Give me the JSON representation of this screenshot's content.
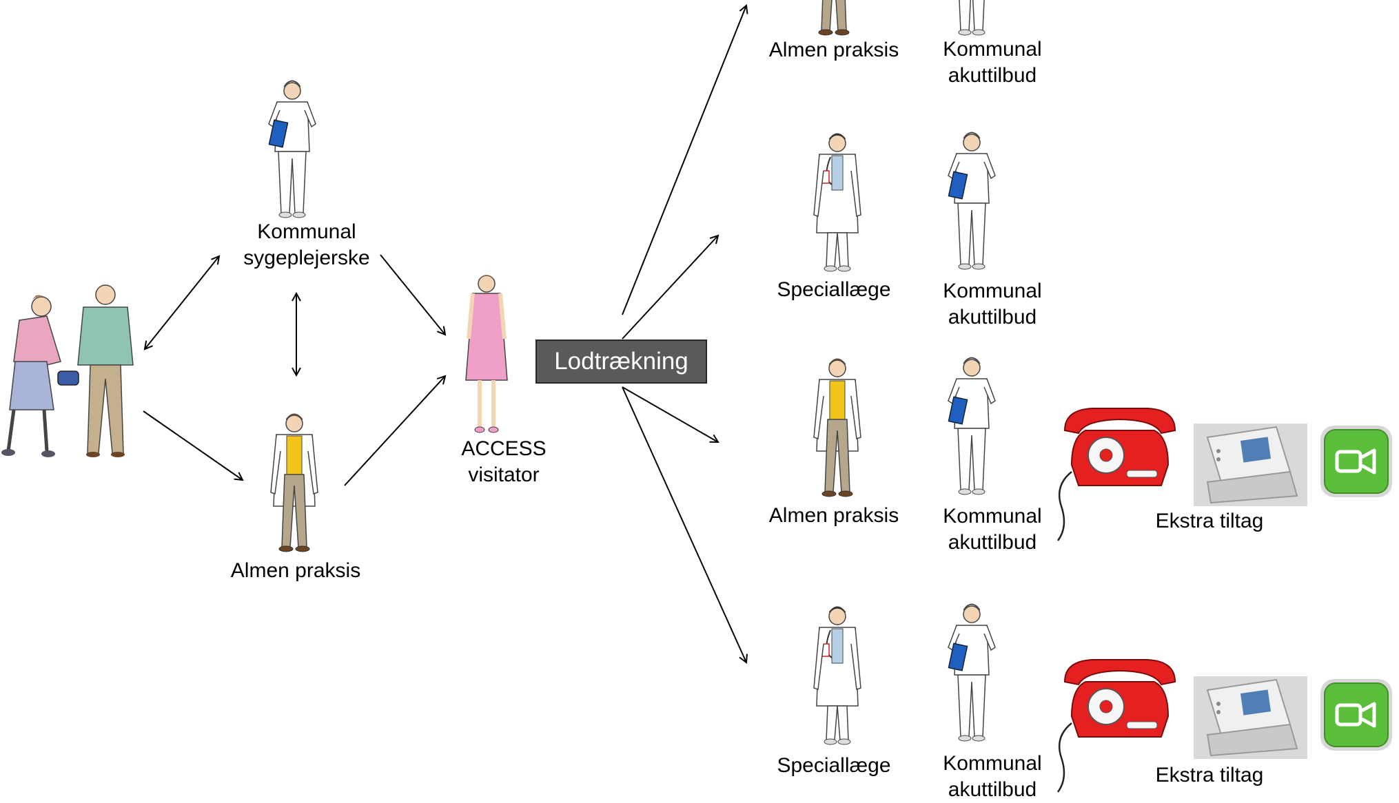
{
  "diagram": {
    "nodes": {
      "nurse_left": {
        "line1": "Kommunal",
        "line2": "sygeplejerske"
      },
      "gp_left": {
        "label": "Almen praksis"
      },
      "visitator": {
        "line1": "ACCESS",
        "line2": "visitator"
      },
      "lottery": {
        "label": "Lodtrækning"
      }
    },
    "arms": [
      {
        "doctor": "Almen praksis",
        "acute_line1": "Kommunal",
        "acute_line2": "akuttilbud",
        "extra": ""
      },
      {
        "doctor": "Speciallæge",
        "acute_line1": "Kommunal",
        "acute_line2": "akuttilbud",
        "extra": ""
      },
      {
        "doctor": "Almen praksis",
        "acute_line1": "Kommunal",
        "acute_line2": "akuttilbud",
        "extra": "Ekstra tiltag"
      },
      {
        "doctor": "Speciallæge",
        "acute_line1": "Kommunal",
        "acute_line2": "akuttilbud",
        "extra": "Ekstra tiltag"
      }
    ],
    "colors": {
      "lottery_box": "#5a5a5a",
      "nurse_folder": "#1f5fbf",
      "gp_shirt": "#f2c41a",
      "visitator_dress": "#ef9fc8",
      "phone": "#e52020",
      "video_button": "#5cbf3c",
      "patient_woman_top": "#e8a6c0",
      "patient_man_top": "#8fc4b3"
    },
    "icons": [
      "elderly-couple-icon",
      "nurse-icon",
      "gp-doctor-icon",
      "specialist-doctor-icon",
      "visitator-icon",
      "red-phone-icon",
      "tablet-icon",
      "video-call-icon"
    ]
  }
}
